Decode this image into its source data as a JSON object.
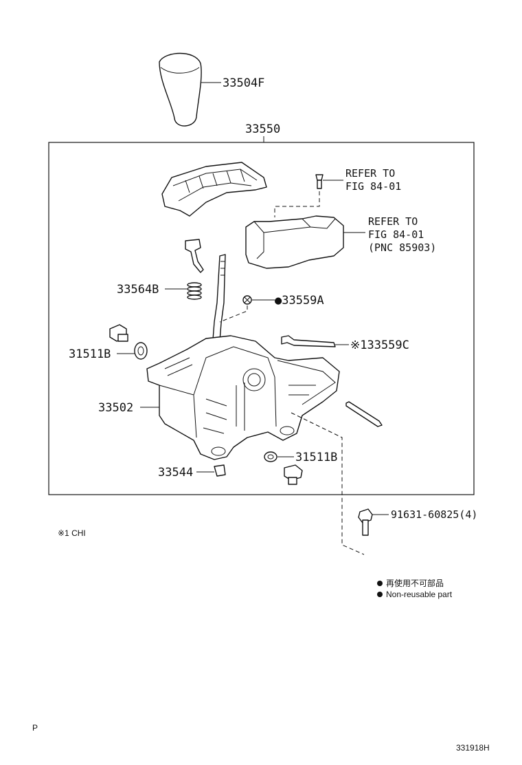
{
  "diagram": {
    "assembly_number": "33550",
    "labels": {
      "knob": "33504F",
      "refer1_line1": "REFER TO",
      "refer1_line2": "FIG 84-01",
      "refer2_line1": "REFER TO",
      "refer2_line2": "FIG 84-01",
      "refer2_line3": "(PNC 85903)",
      "spring": "33564B",
      "washer": "●33559A",
      "bushing_upper": "31511B",
      "lever": "※133559C",
      "housing": "33502",
      "bushing_lower": "31511B",
      "clip": "33544",
      "bolt": "91631-60825(4)"
    },
    "footnote": "※1 CHI",
    "legend": [
      "再使用不可部品",
      "Non-reusable part"
    ],
    "corner_left": "P",
    "page_code": "331918H"
  }
}
